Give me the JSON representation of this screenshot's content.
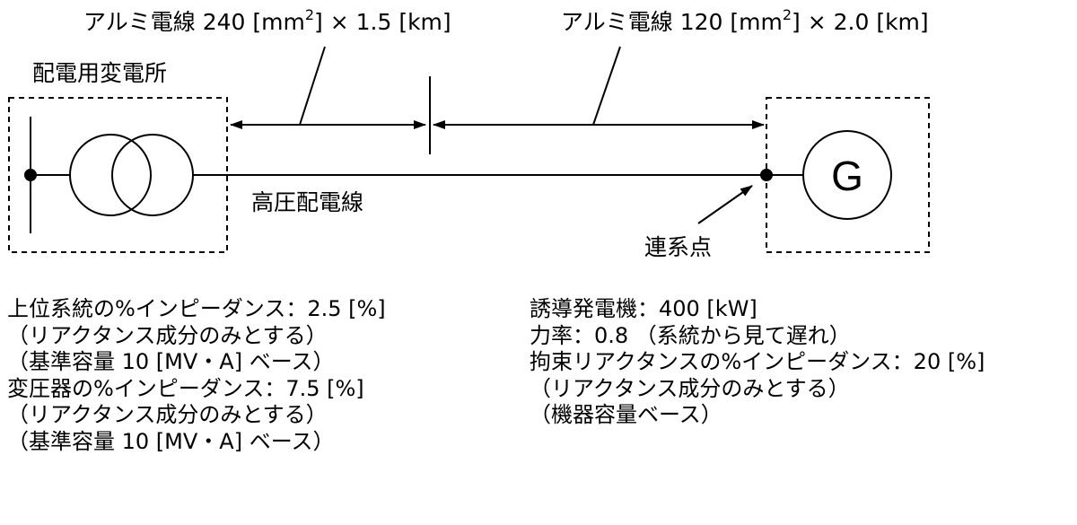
{
  "cable_left": {
    "prefix": "アルミ電線 240 [mm",
    "sup": "2",
    "suffix": "] × 1.5 [km]"
  },
  "cable_right": {
    "prefix": "アルミ電線 120 [mm",
    "sup": "2",
    "suffix": "] × 2.0 [km]"
  },
  "substation_label": "配電用変電所",
  "line_label": "高圧配電線",
  "connection_point_label": "連系点",
  "generator_symbol": "G",
  "notes_left": [
    "上位系統の%インピーダンス：2.5 [%]",
    "（リアクタンス成分のみとする）",
    "（基準容量 10 [MV・A] ベース）",
    "変圧器の%インピーダンス：7.5 [%]",
    "（リアクタンス成分のみとする）",
    "（基準容量 10 [MV・A] ベース）"
  ],
  "notes_right": [
    "誘導発電機：400 [kW]",
    "力率：0.8 （系統から見て遅れ）",
    "拘束リアクタンスの%インピーダンス：20 [%]",
    "（リアクタンス成分のみとする）",
    "（機器容量ベース）"
  ]
}
